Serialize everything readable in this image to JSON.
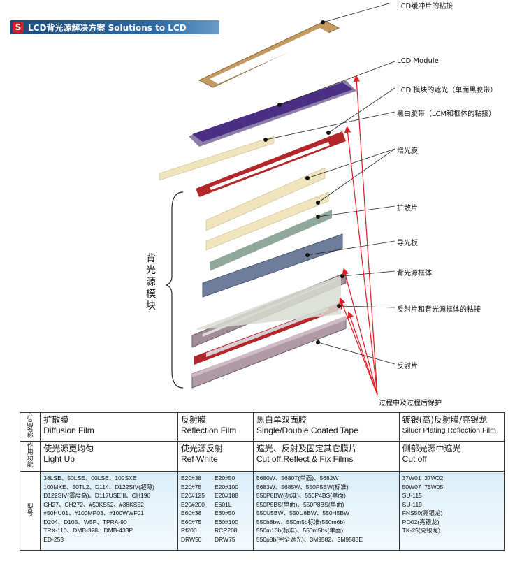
{
  "header": {
    "logo": "S",
    "title": "LCD背光源解决方案 Solutions to LCD"
  },
  "labels": {
    "lcd_buffer": "LCD缓冲片的粘接",
    "lcd_module": "LCD Module",
    "lcd_shading": "LCD 模块的遮光（单面黑胶带）",
    "bw_tape": "黑白胶带（LCM和框体的粘接）",
    "brightness": "增光膜",
    "diffuser": "扩散片",
    "light_guide": "导光板",
    "frame": "背光源框体",
    "reflector_bond": "反射片和背光源框体的粘接",
    "reflector": "反射片",
    "protection": "过程中及过程后保护"
  },
  "bracket_text": [
    "背",
    "光",
    "源",
    "模",
    "块"
  ],
  "colors": {
    "frame_wood": "#c59a60",
    "module": "#4a2f85",
    "tape_red": "#b3262a",
    "sheet_cream": "#efe4bc",
    "light_guide": "#8fa89b",
    "frame_grey": "#6f7f9c",
    "reflector_pink": "#b9a2ac",
    "arrow_red": "#e11b22"
  },
  "table": {
    "row_headers": [
      "产品名称",
      "作用功能",
      "型号"
    ],
    "products": [
      {
        "zh": "扩散膜",
        "en": "Diffusion Film"
      },
      {
        "zh": "反射膜",
        "en": "Reflection Film"
      },
      {
        "zh": "黑白单双面胶",
        "en": "Single/Double Coated Tape"
      },
      {
        "zh": "镀银(高)反射膜/亮银龙",
        "en": "Siluer Plating Reflection Film"
      }
    ],
    "functions": [
      {
        "zh": "使光源更均匀",
        "en": "Light Up"
      },
      {
        "zh": "使光源反射",
        "en": "Ref White"
      },
      {
        "zh": "遮光、反射及固定其它膜片",
        "en": "Cut off,Reflect & Fix Films"
      },
      {
        "zh": "侧部光源中遮光",
        "en": "Cut off"
      }
    ],
    "models_diffusion": "38LSE、50LSE、00LSE、100SXE\n100MXE、50TL2、D114、D122SIV(超薄)\nD122SIV(雾度高)、D117USEIII、CH196\nCH27、CH272、#50KS52、#38KS52\n#50HU01、#100MP03、#100WWF01\nD204、D105、W5P、TPRA-90\nTRX-110、DMB-328、DMB-433P\nED-253",
    "models_reflection_a": "E20#38\nE20#75\nE20#125\nE20#200\nE60#38\nE60#75\nRf200\nDRW50",
    "models_reflection_b": "E20#50\nE20#100\nE20#188\nE601L\nE60#50\nE60#100\nRCR208\nDRW75",
    "models_tape": "5680W、5680T(单面)、5682W\n5683W、5685W、550P5BW(标准)\n550P8BW(标准)、550P4BS(单面)\n550P5BS(单面)、550P8BS(单面)\n550U5BW、550U8BW、550H5BW\n550h8bw、550m5b标准(550m6b)\n550m10b(标准)、550m5bs(单面)\n550p8b(完全遮光)、3M9582、3M9583E",
    "models_silver": "37W01  37W02\n50W07  75W05\nSU-115\nSU-119\nFNS50(亮银龙)\nPO02(亮银龙)\nTK-25(亮银龙)"
  }
}
